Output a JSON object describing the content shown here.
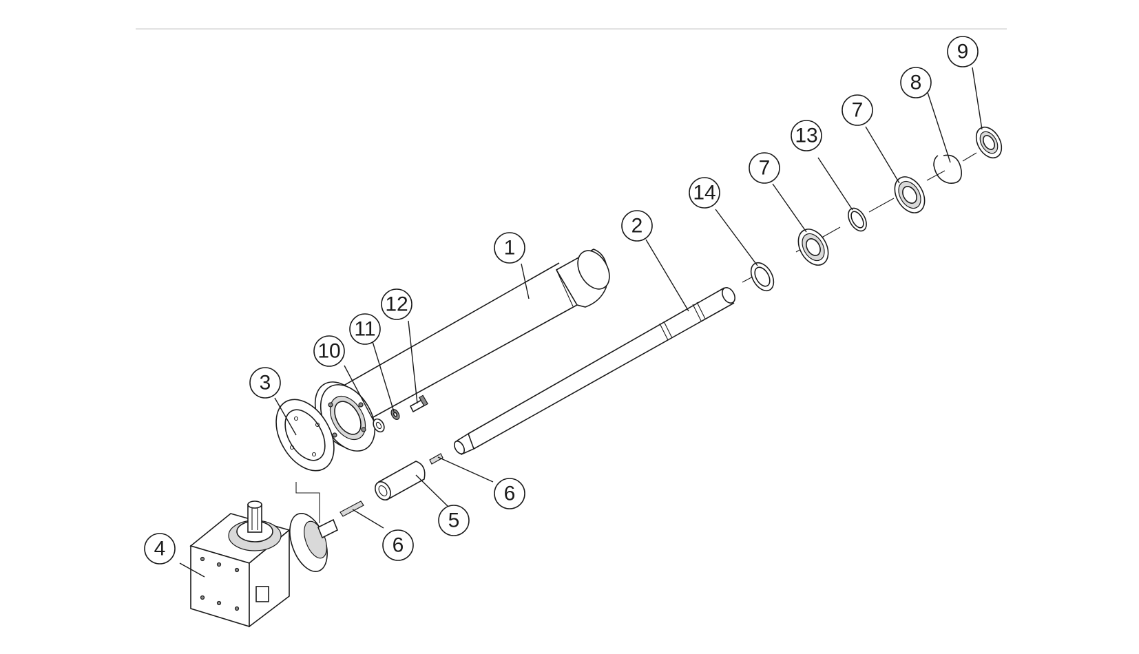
{
  "balloons": [
    {
      "id": "b1",
      "label": "1"
    },
    {
      "id": "b2",
      "label": "2"
    },
    {
      "id": "b3",
      "label": "3"
    },
    {
      "id": "b4",
      "label": "4"
    },
    {
      "id": "b5",
      "label": "5"
    },
    {
      "id": "b6a",
      "label": "6"
    },
    {
      "id": "b6b",
      "label": "6"
    },
    {
      "id": "b7a",
      "label": "7"
    },
    {
      "id": "b7b",
      "label": "7"
    },
    {
      "id": "b8",
      "label": "8"
    },
    {
      "id": "b9",
      "label": "9"
    },
    {
      "id": "b10",
      "label": "10"
    },
    {
      "id": "b11",
      "label": "11"
    },
    {
      "id": "b12",
      "label": "12"
    },
    {
      "id": "b13",
      "label": "13"
    },
    {
      "id": "b14",
      "label": "14"
    }
  ]
}
